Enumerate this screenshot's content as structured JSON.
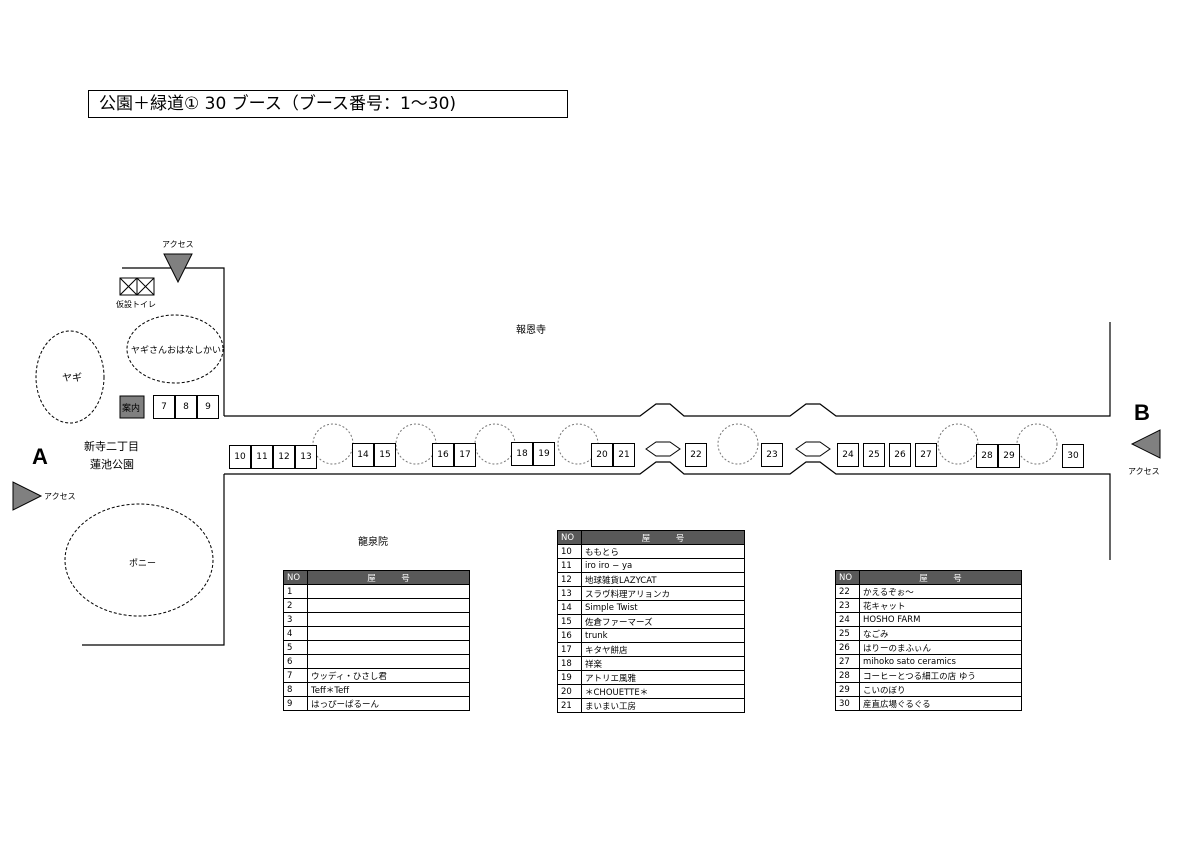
{
  "title": "公園＋緑道①  30 ブース（ブース番号：1〜30)",
  "labels": {
    "access": "アクセス",
    "toilet": "仮設トイレ",
    "goat": "ヤギ",
    "goat_talk": "ヤギさんおはなしかい",
    "info": "案内",
    "park_line1": "新寺二丁目",
    "park_line2": "蓮池公園",
    "pony": "ポニー",
    "temple_north": "報恩寺",
    "temple_south": "龍泉院",
    "point_a": "A",
    "point_b": "B"
  },
  "booths": [
    "7",
    "8",
    "9",
    "10",
    "11",
    "12",
    "13",
    "14",
    "15",
    "16",
    "17",
    "18",
    "19",
    "20",
    "21",
    "22",
    "23",
    "24",
    "25",
    "26",
    "27",
    "28",
    "29",
    "30"
  ],
  "table_header": {
    "no": "NO",
    "name": "屋　　　号"
  },
  "table1": [
    {
      "no": "1",
      "name": ""
    },
    {
      "no": "2",
      "name": ""
    },
    {
      "no": "3",
      "name": ""
    },
    {
      "no": "4",
      "name": ""
    },
    {
      "no": "5",
      "name": ""
    },
    {
      "no": "6",
      "name": ""
    },
    {
      "no": "7",
      "name": "ウッディ・ひさし君"
    },
    {
      "no": "8",
      "name": "Teff＊Teff"
    },
    {
      "no": "9",
      "name": "はっぴーぱるーん"
    }
  ],
  "table2": [
    {
      "no": "10",
      "name": "ももとら"
    },
    {
      "no": "11",
      "name": "iro iro − ya"
    },
    {
      "no": "12",
      "name": "地球雑貨LAZYCAT"
    },
    {
      "no": "13",
      "name": "スラヴ料理アリョンカ"
    },
    {
      "no": "14",
      "name": "Simple Twist"
    },
    {
      "no": "15",
      "name": "佐倉ファーマーズ"
    },
    {
      "no": "16",
      "name": "trunk"
    },
    {
      "no": "17",
      "name": "キタヤ餅店"
    },
    {
      "no": "18",
      "name": "祥楽"
    },
    {
      "no": "19",
      "name": "アトリエ風雅"
    },
    {
      "no": "20",
      "name": "＊CHOUETTE＊"
    },
    {
      "no": "21",
      "name": "まいまい工房"
    }
  ],
  "table3": [
    {
      "no": "22",
      "name": "かえるぞぉ〜"
    },
    {
      "no": "23",
      "name": "花キャット"
    },
    {
      "no": "24",
      "name": "HOSHO FARM"
    },
    {
      "no": "25",
      "name": "なごみ"
    },
    {
      "no": "26",
      "name": "はりーのまふぃん"
    },
    {
      "no": "27",
      "name": "mihoko sato ceramics"
    },
    {
      "no": "28",
      "name": "コーヒーとつる細工の店  ゆう"
    },
    {
      "no": "29",
      "name": "こいのぼり"
    },
    {
      "no": "30",
      "name": "産直広場ぐるぐる"
    }
  ]
}
